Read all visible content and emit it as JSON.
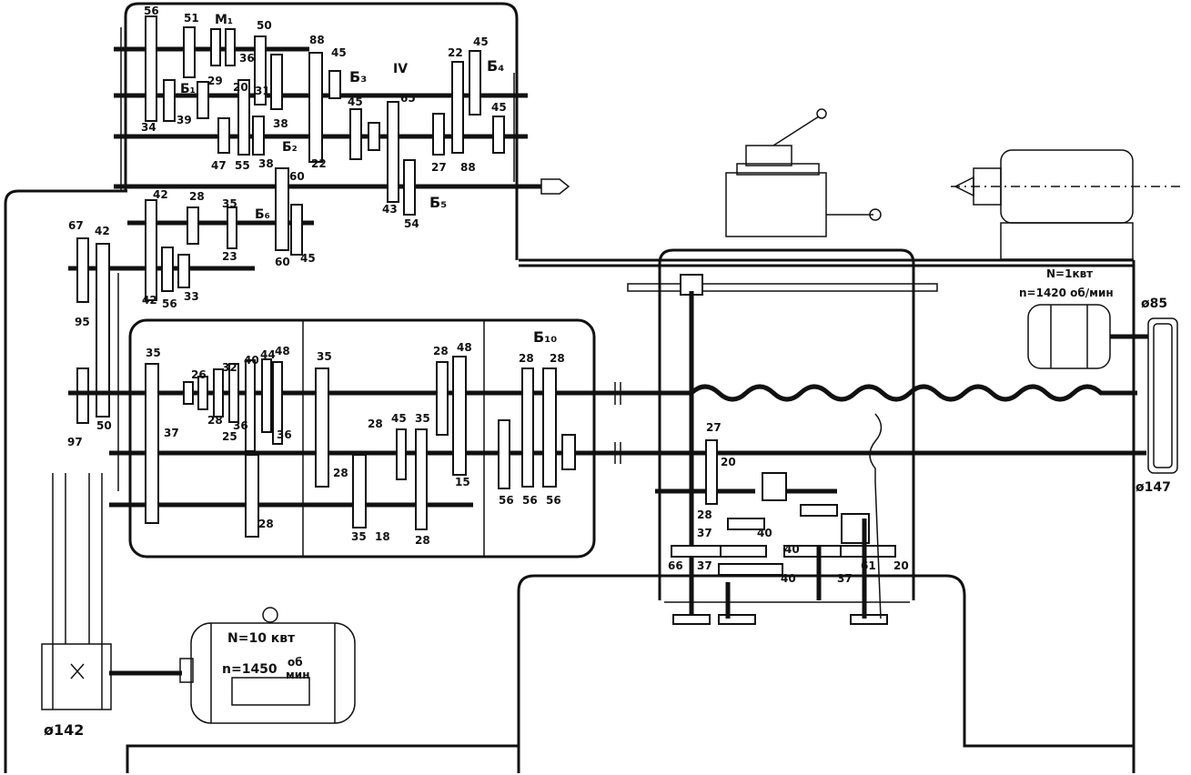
{
  "headstock": {
    "gear_labels": [
      "56",
      "51",
      "M₁",
      "50",
      "88",
      "45",
      "22",
      "45",
      "34",
      "39",
      "29",
      "20",
      "36",
      "Б₁",
      "IV",
      "Б₃",
      "Б₄",
      "45",
      "65",
      "38",
      "45",
      "47",
      "55",
      "38",
      "Б₂",
      "22",
      "27",
      "88",
      "60",
      "42",
      "28",
      "35",
      "Б₆",
      "43",
      "54",
      "Б₅",
      "23",
      "42",
      "56",
      "33",
      "60",
      "45",
      "31"
    ],
    "left_gears": [
      "67",
      "42",
      "95",
      "50",
      "97"
    ]
  },
  "gearbox": {
    "gear_labels": [
      "35",
      "26",
      "28",
      "32",
      "36",
      "40",
      "44",
      "48",
      "37",
      "25",
      "36",
      "35",
      "28",
      "28",
      "28",
      "35",
      "18",
      "28",
      "45",
      "35",
      "28",
      "48",
      "15",
      "Б₁₀",
      "28",
      "28",
      "56",
      "56",
      "56"
    ]
  },
  "apron": {
    "gear_labels": [
      "27",
      "20",
      "28",
      "37",
      "40",
      "40",
      "40",
      "66",
      "37",
      "37",
      "61",
      "20"
    ]
  },
  "feed_motor": {
    "power": "N=1квт",
    "speed": "n=1420 об/мин",
    "pulley_top": "ø85",
    "pulley_bottom": "ø147"
  },
  "main_motor": {
    "power": "N=10 квт",
    "speed_value": "n=1450",
    "speed_unit_top": "об",
    "speed_unit_bottom": "мин"
  },
  "main_pulley": {
    "diameter": "ø142"
  }
}
